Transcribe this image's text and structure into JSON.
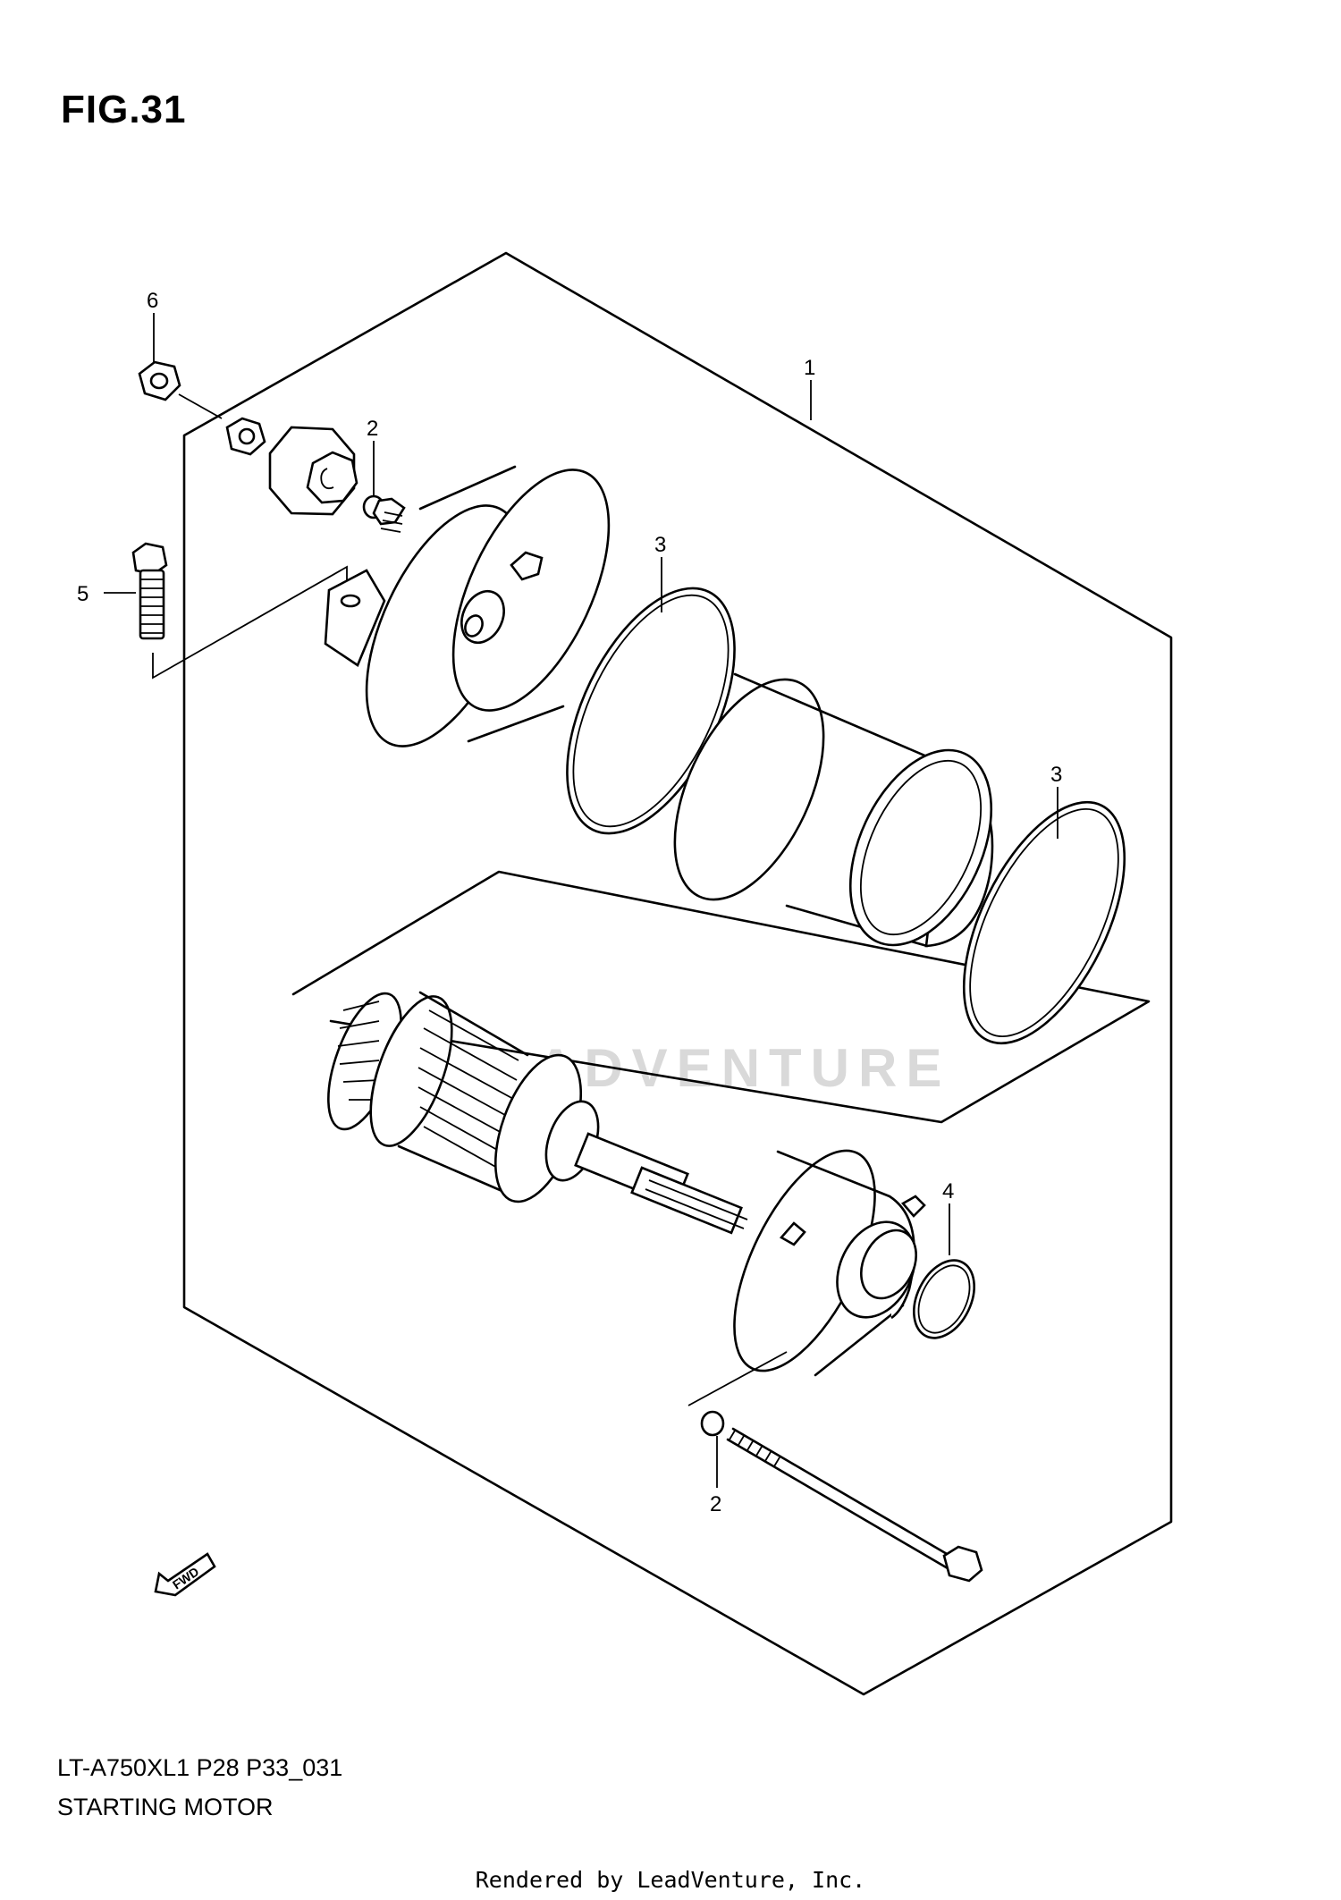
{
  "figure": {
    "title": "FIG.31"
  },
  "callouts": [
    {
      "id": "c1",
      "label": "1"
    },
    {
      "id": "c2a",
      "label": "2"
    },
    {
      "id": "c3a",
      "label": "3"
    },
    {
      "id": "c3b",
      "label": "3"
    },
    {
      "id": "c4",
      "label": "4"
    },
    {
      "id": "c5",
      "label": "5"
    },
    {
      "id": "c6",
      "label": "6"
    },
    {
      "id": "c2b",
      "label": "2"
    }
  ],
  "arrow": {
    "label": "FWD"
  },
  "watermark": {
    "text": "ADVENTURE"
  },
  "caption": {
    "model": "LT-A750XL1  P28  P33_031",
    "name": "STARTING MOTOR"
  },
  "footer": {
    "text": "Rendered by LeadVenture, Inc."
  }
}
